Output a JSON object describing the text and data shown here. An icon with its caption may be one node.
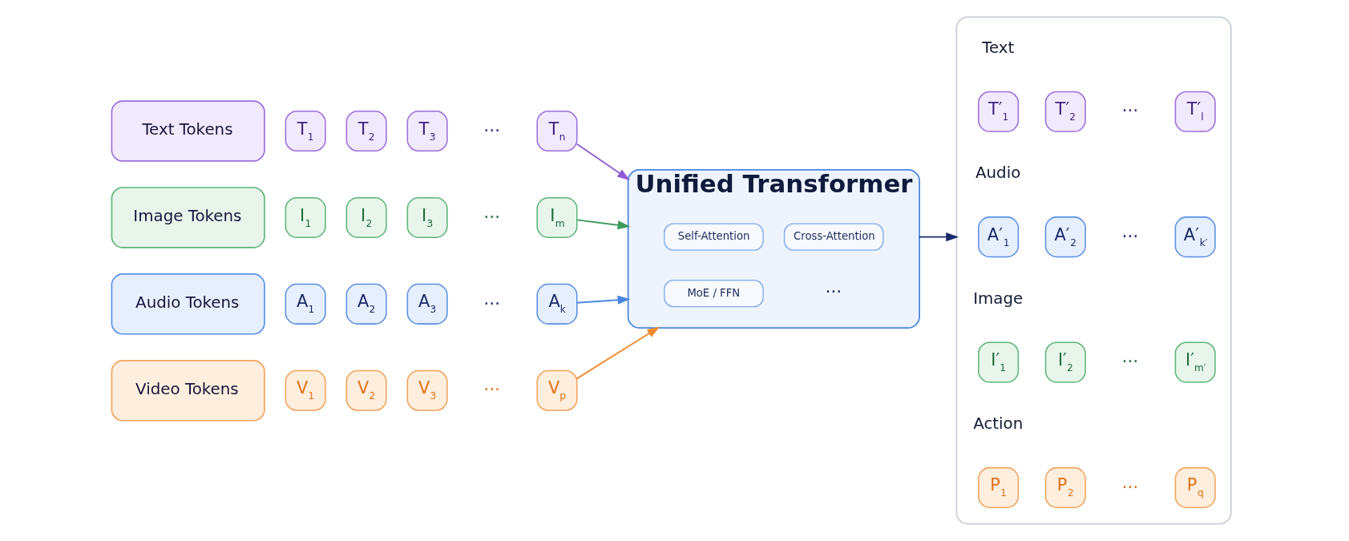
{
  "diagram": {
    "nodes": [
      {
        "text": [
          "Text Tokens"
        ]
      },
      {
        "text": [
          "T$_{1}$"
        ]
      },
      {
        "text": [
          "T$_{2}$"
        ]
      },
      {
        "text": [
          "T$_{3}$"
        ]
      },
      {
        "text": [
          "T$_{n}$"
        ]
      },
      {
        "text": [
          "Image Tokens"
        ]
      },
      {
        "text": [
          "I$_{1}$"
        ]
      },
      {
        "text": [
          "I$_{2}$"
        ]
      },
      {
        "text": [
          "I$_{3}$"
        ]
      },
      {
        "text": [
          "I$_{m}$"
        ]
      },
      {
        "text": [
          "Audio Tokens"
        ]
      },
      {
        "text": [
          "A$_{1}$"
        ]
      },
      {
        "text": [
          "A$_{2}$"
        ]
      },
      {
        "text": [
          "A$_{3}$"
        ]
      },
      {
        "text": [
          "A$_{k}$"
        ]
      },
      {
        "text": [
          "Video Tokens"
        ]
      },
      {
        "text": [
          "V$_{1}$"
        ]
      },
      {
        "text": [
          "V$_{2}$"
        ]
      },
      {
        "text": [
          "V$_{3}$"
        ]
      },
      {
        "text": [
          "V$_{p}$"
        ]
      },
      {
        "text": [
          "Unified Transformer"
        ]
      },
      {
        "text": [
          "Self-Attention"
        ],
        "in": 20
      },
      {
        "text": [
          "Cross-Attention"
        ],
        "in": 20
      },
      {
        "text": [
          "MoE / FFN"
        ],
        "in": 20
      },
      {
        "text": [],
        "shape": "box"
      },
      {
        "text": [
          "T′$_{1}$"
        ],
        "in": 24
      },
      {
        "text": [
          "T′$_{2}$"
        ],
        "in": 24
      },
      {
        "text": [
          "T′$_{l}$"
        ],
        "in": 24
      },
      {
        "text": [
          "A′$_{1}$"
        ],
        "in": 24
      },
      {
        "text": [
          "A′$_{2}$"
        ],
        "in": 24
      },
      {
        "text": [
          "A′$_{k′}$"
        ],
        "in": 24
      },
      {
        "text": [
          "I′$_{1}$"
        ],
        "in": 24
      },
      {
        "text": [
          "I′$_{2}$"
        ],
        "in": 24
      },
      {
        "text": [
          "I′$_{m′}$"
        ],
        "in": 24
      },
      {
        "text": [
          "P$_{1}$"
        ],
        "in": 24
      },
      {
        "text": [
          "P$_{2}$"
        ],
        "in": 24
      },
      {
        "text": [
          "P$_{q}$"
        ],
        "in": 24
      }
    ],
    "edges": [
      {
        "from": 4,
        "to": 20,
        "arrow": "to",
        "color": "#8f5bd6"
      },
      {
        "from": 9,
        "to": 20,
        "arrow": "to",
        "color": "#3f9a5e"
      },
      {
        "from": 14,
        "to": 20,
        "arrow": "to",
        "color": "#4a86e0"
      },
      {
        "from": 19,
        "to": 20,
        "arrow": "to",
        "color": "#f08a2c"
      },
      {
        "from": 20,
        "to": 24,
        "arrow": "to",
        "color": "#1b2a6b"
      }
    ],
    "labels": [
      "⋯",
      "⋯",
      "⋯",
      "⋯",
      "⋯",
      "Text",
      "⋯",
      "Audio",
      "⋯",
      "Image",
      "⋯",
      "Action",
      "⋯"
    ]
  }
}
